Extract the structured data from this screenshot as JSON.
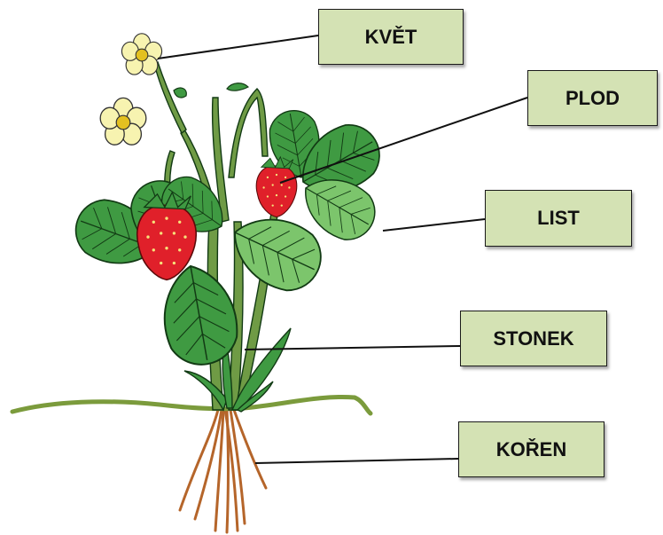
{
  "labels": {
    "kvet": "KVĚT",
    "plod": "PLOD",
    "list": "LIST",
    "stonek": "STONEK",
    "koren": "KOŘEN"
  },
  "colors": {
    "label_fill": "#d4e2b4",
    "leaf": "#3f9a42",
    "leaf_light": "#7cc56c",
    "stem": "#6f9b45",
    "strawberry": "#e0202a",
    "flower": "#f7f3b0",
    "root": "#b5652a",
    "ground": "#7b9b3c"
  },
  "icons": [
    "strawberry-plant-illustration"
  ]
}
